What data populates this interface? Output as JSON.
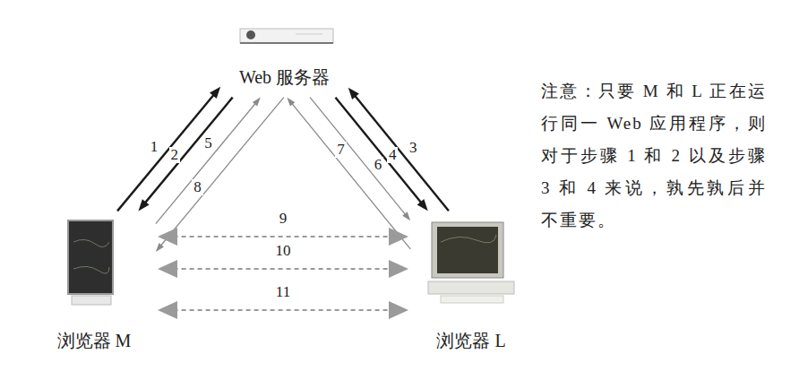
{
  "diagram": {
    "nodes": [
      {
        "text": [
          "Web 服务器"
        ]
      },
      {
        "text": [
          "浏览器 M"
        ]
      },
      {
        "text": [
          "浏览器 L"
        ]
      }
    ],
    "edges": [
      {
        "from": 1,
        "to": 0,
        "arrow": "to",
        "label": "1"
      },
      {
        "from": 0,
        "to": 1,
        "arrow": "to",
        "label": "2"
      },
      {
        "from": 2,
        "to": 0,
        "arrow": "to",
        "label": "3"
      },
      {
        "from": 0,
        "to": 2,
        "arrow": "to",
        "label": "4"
      },
      {
        "from": 1,
        "to": 0,
        "arrow": "to",
        "label": "5"
      },
      {
        "from": 0,
        "to": 2,
        "arrow": "to",
        "label": "6"
      },
      {
        "from": 2,
        "to": 0,
        "arrow": "to",
        "label": "7"
      },
      {
        "from": 0,
        "to": 1,
        "arrow": "to",
        "label": "8"
      },
      {
        "from": 1,
        "to": 2,
        "arrow": "both",
        "label": "9"
      },
      {
        "from": 1,
        "to": 2,
        "arrow": "both",
        "label": "10"
      },
      {
        "from": 1,
        "to": 2,
        "arrow": "both",
        "label": "11"
      }
    ],
    "labels": [
      "注意：只要 M 和 L 正在运行同一 Web 应用程序，则对于步骤 1 和 2 以及步骤 3 和 4 来说，孰先孰后并不重要。"
    ]
  }
}
